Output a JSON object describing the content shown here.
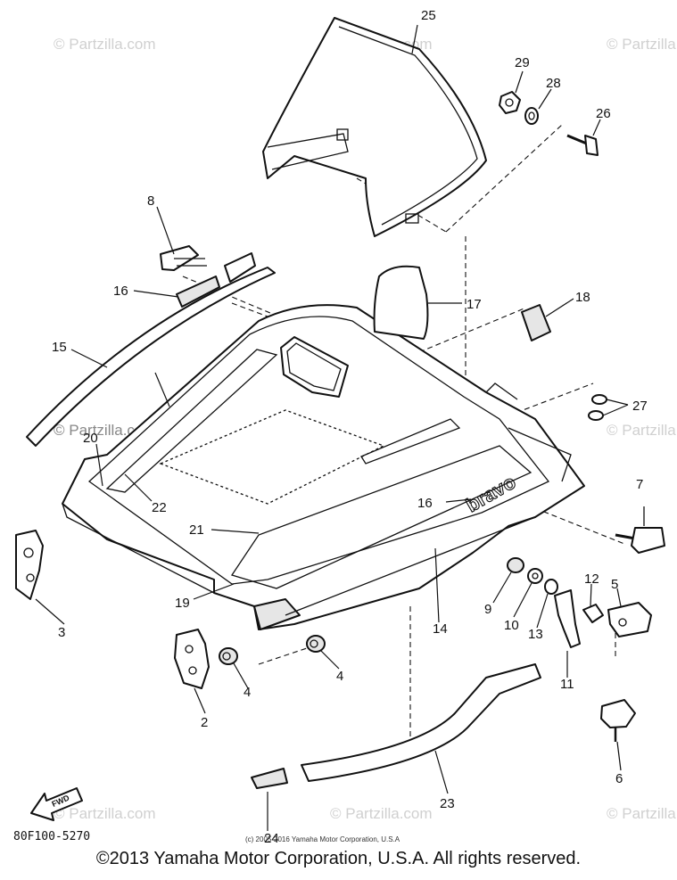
{
  "diagram": {
    "part_labels": [
      "25",
      "29",
      "28",
      "26",
      "8",
      "16",
      "17",
      "18",
      "15",
      "27",
      "20",
      "22",
      "7",
      "16",
      "21",
      "14",
      "12",
      "5",
      "9",
      "10",
      "13",
      "19",
      "3",
      "4",
      "4",
      "11",
      "2",
      "6",
      "23",
      "24"
    ],
    "bravo_decal_text": "bravo",
    "fwd_arrow_text": "FWD",
    "drawing_code": "80F100-5270",
    "small_copyright": "(c) 2005-2016 Yamaha Motor Corporation, U.S.A",
    "watermark": "© Partzilla.com"
  },
  "footer": {
    "copyright": "©2013 Yamaha Motor Corporation, U.S.A. All rights reserved."
  }
}
